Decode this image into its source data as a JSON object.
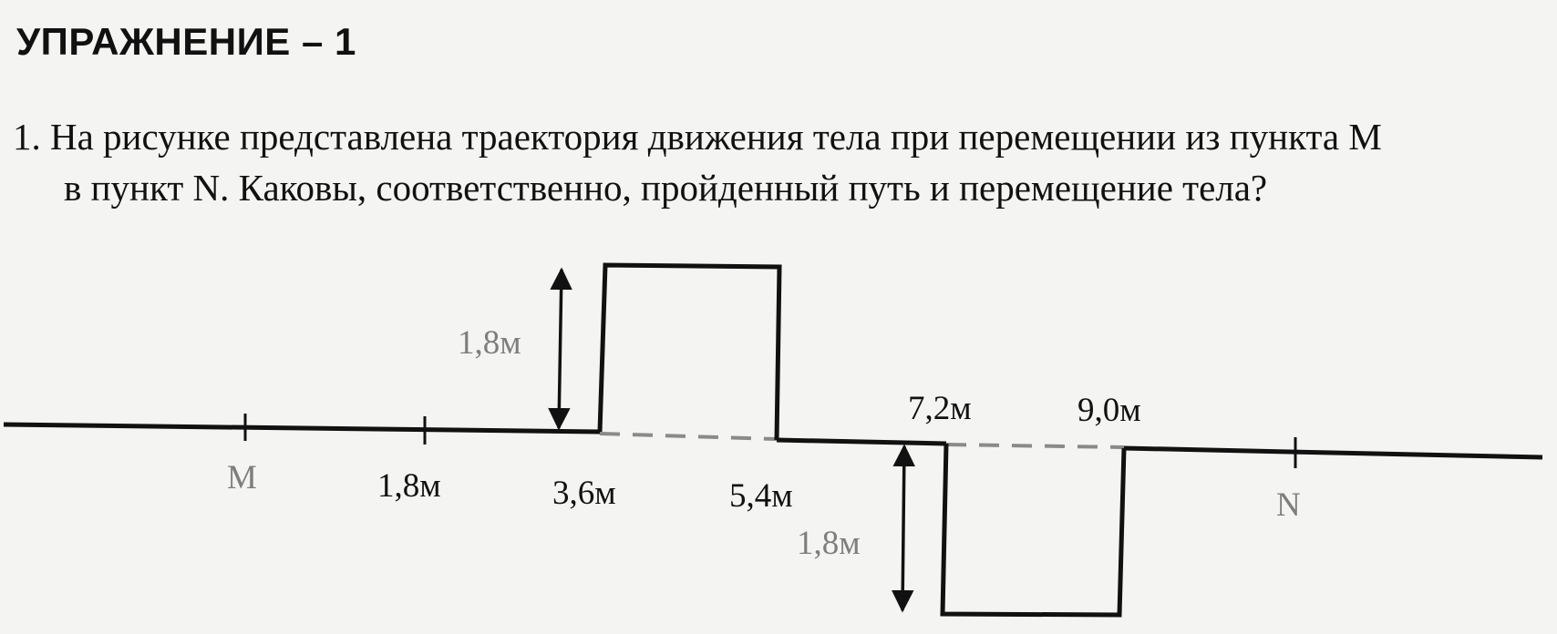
{
  "header": {
    "title": "УПРАЖНЕНИЕ – 1"
  },
  "problem": {
    "number": "1.",
    "line1": "На рисунке представлена траектория движения тела при перемещении из пункта М",
    "line2": "в пункт N. Каковы, соответственно, пройденный путь и перемещение тела?"
  },
  "diagram": {
    "point_start": "М",
    "point_end": "N",
    "ticks": [
      "1,8м",
      "3,6м",
      "5,4м",
      "7,2м",
      "9,0м"
    ],
    "height_up": "1,8м",
    "height_down": "1,8м"
  },
  "colors": {
    "ink": "#111111",
    "faded": "#7e7e7e",
    "paper": "#f4f4f2"
  }
}
